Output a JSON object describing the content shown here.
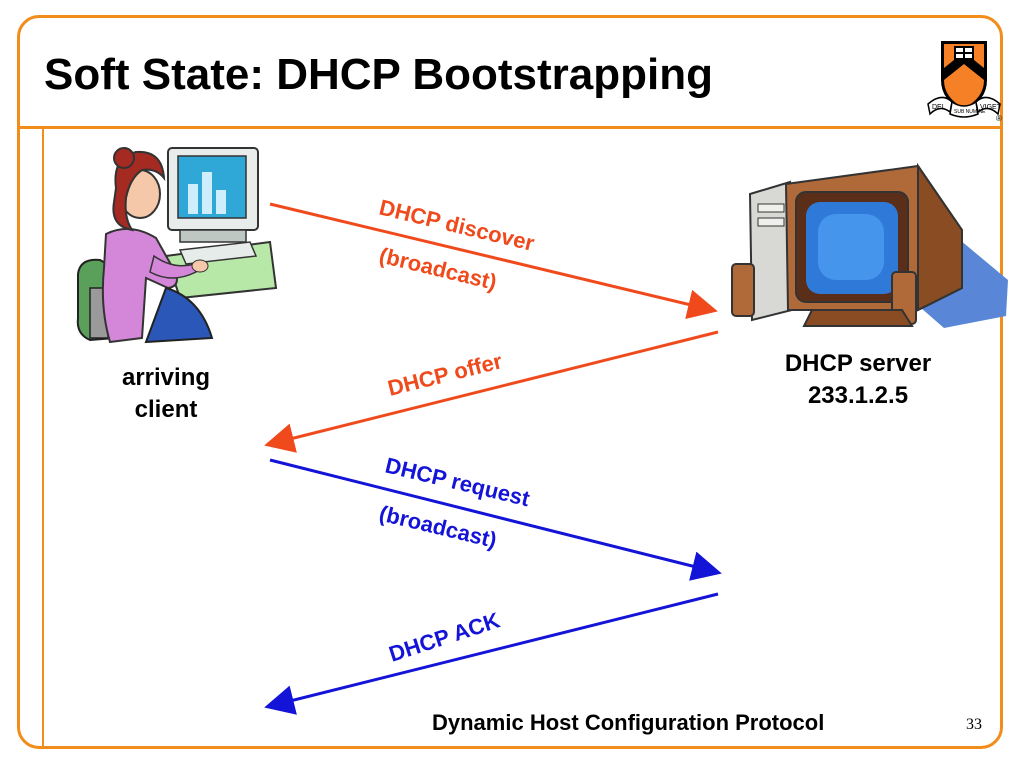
{
  "slide": {
    "title": "Soft State: DHCP Bootstrapping",
    "footer": "Dynamic Host Configuration Protocol",
    "page_number": "33"
  },
  "logo": {
    "icon": "princeton-shield-icon",
    "motto_left": "DEI",
    "motto_center": "SUB NUMINE",
    "motto_right": "VIGET",
    "registered": "®",
    "colors": {
      "orange": "#f58025",
      "black": "#000000"
    }
  },
  "client": {
    "icon": "woman-at-computer-icon",
    "label_line1": "arriving",
    "label_line2": "client"
  },
  "server": {
    "icon": "desktop-computer-icon",
    "label_line1": "DHCP server",
    "label_line2": "233.1.2.5"
  },
  "messages": [
    {
      "label": "DHCP discover",
      "sublabel": "(broadcast)",
      "direction": "client-to-server",
      "color": "#f04a1c"
    },
    {
      "label": "DHCP offer",
      "sublabel": "",
      "direction": "server-to-client",
      "color": "#f04a1c"
    },
    {
      "label": "DHCP request",
      "sublabel": "(broadcast)",
      "direction": "client-to-server",
      "color": "#1414d8"
    },
    {
      "label": "DHCP ACK",
      "sublabel": "",
      "direction": "server-to-client",
      "color": "#1414d8"
    }
  ],
  "colors": {
    "accent": "#f28c1a",
    "server_messages": "#f04a1c",
    "client_messages": "#1414d8"
  }
}
